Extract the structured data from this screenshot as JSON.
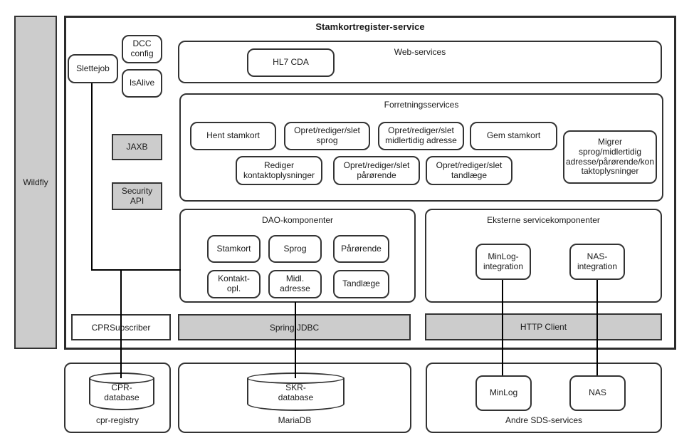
{
  "title": "Stamkortregister-service",
  "wildfly_label": "Wildfly",
  "standalone": {
    "slettejob": "Slettejob",
    "dcc_config": "DCC\nconfig",
    "isalive": "IsAlive",
    "jaxb": "JAXB",
    "security_api": "Security\nAPI"
  },
  "web_services": {
    "title": "Web-services",
    "hl7_cda": "HL7 CDA"
  },
  "forretning": {
    "title": "Forretningsservices",
    "items": [
      {
        "label": "Hent stamkort"
      },
      {
        "label": "Opret/rediger/slet\nsprog"
      },
      {
        "label": "Opret/rediger/slet\nmidlertidig adresse"
      },
      {
        "label": "Gem stamkort"
      },
      {
        "label": "Migrer\nsprog/midlertidig\nadresse/pårørende/kon\ntaktoplysninger"
      },
      {
        "label": "Rediger\nkontaktoplysninger"
      },
      {
        "label": "Opret/rediger/slet\npårørende"
      },
      {
        "label": "Opret/rediger/slet\ntandlæge"
      }
    ]
  },
  "dao": {
    "title": "DAO-komponenter",
    "items": [
      {
        "label": "Stamkort"
      },
      {
        "label": "Sprog"
      },
      {
        "label": "Pårørende"
      },
      {
        "label": "Kontakt-\nopl."
      },
      {
        "label": "Midl.\nadresse"
      },
      {
        "label": "Tandlæge"
      }
    ]
  },
  "eksterne": {
    "title": "Eksterne servicekomponenter",
    "items": [
      {
        "label": "MinLog-\nintegration"
      },
      {
        "label": "NAS-\nintegration"
      }
    ]
  },
  "bars": {
    "cpr_subscriber": "CPRSubscriber",
    "spring_jdbc": "Spring JDBC",
    "http_client": "HTTP Client"
  },
  "external": {
    "cpr_registry": {
      "database": "CPR-\ndatabase",
      "label": "cpr-registry"
    },
    "mariadb": {
      "database": "SKR-\ndatabase",
      "label": "MariaDB"
    },
    "sds": {
      "label": "Andre SDS-services",
      "minlog": "MinLog",
      "nas": "NAS"
    }
  },
  "colors": {
    "gray_fill": "#cccccc",
    "box_border": "#333333",
    "frame_border": "#2b2b2b",
    "connector": "#000000"
  }
}
